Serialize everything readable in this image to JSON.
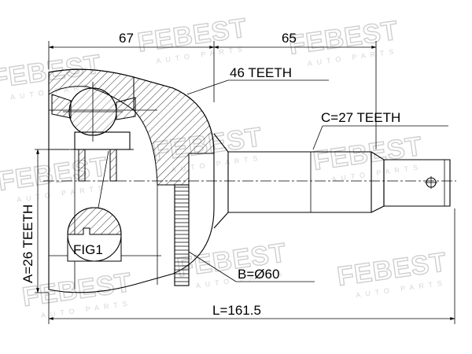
{
  "watermark": {
    "brand": "FEBEST",
    "sub": "AUTO PARTS"
  },
  "dimensions": {
    "left_length": "67",
    "right_length": "65",
    "outer_teeth": "46 TEETH",
    "spline_c": "C=27 TEETH",
    "spline_a": "A=26 TEETH",
    "abs_diameter": "B=Ø60",
    "total_length": "L=161.5"
  },
  "figure_label": "FIG1"
}
